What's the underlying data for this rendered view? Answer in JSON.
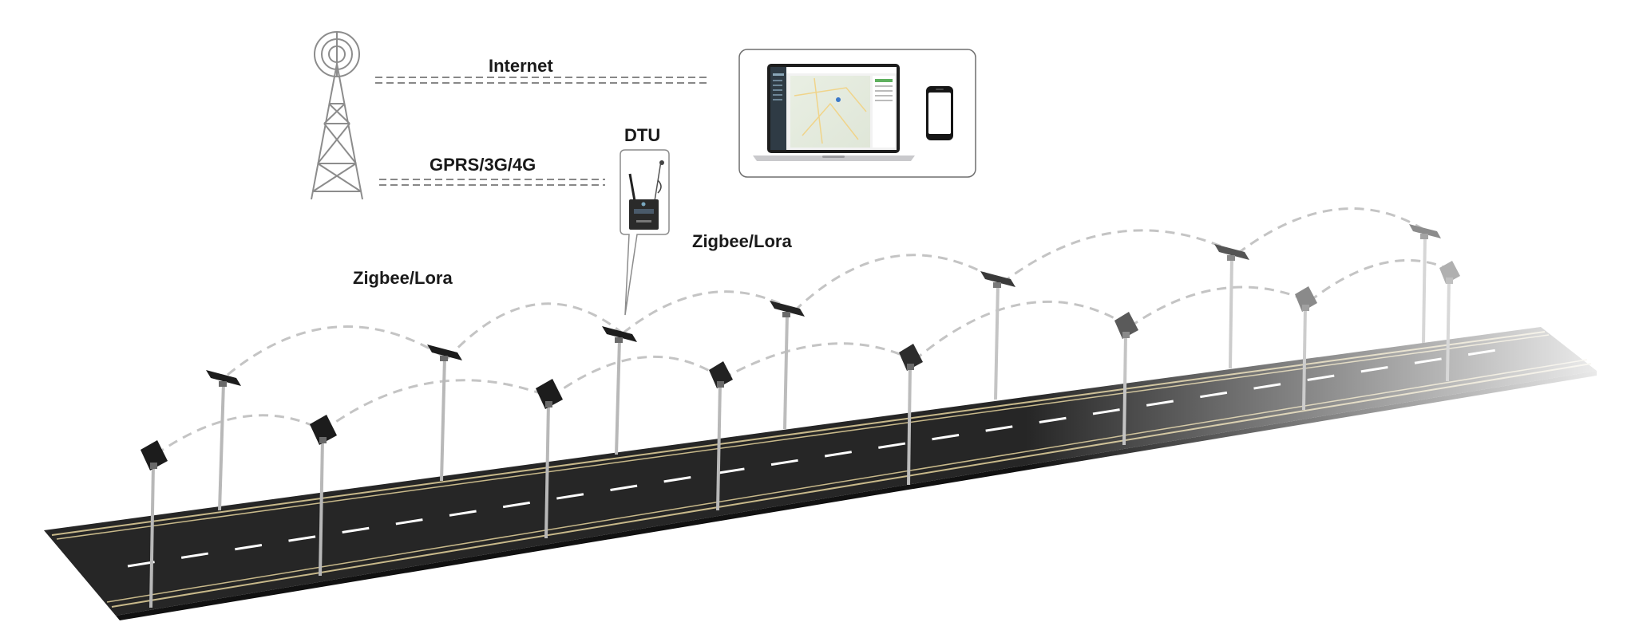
{
  "labels": {
    "internet": "Internet",
    "cellular": "GPRS/3G/4G",
    "dtu": "DTU",
    "mesh_left": "Zigbee/Lora",
    "mesh_right": "Zigbee/Lora"
  },
  "icons": {
    "tower": "cell-tower-icon",
    "laptop": "laptop-icon",
    "phone": "smartphone-icon",
    "gateway": "dtu-gateway-icon",
    "street_light": "solar-street-light-icon"
  },
  "colors": {
    "road": "#262626",
    "lane_marking": "#ffffff",
    "road_edge": "#c8b98a",
    "link_line": "#c4c4c4",
    "text": "#1a1a1a"
  }
}
